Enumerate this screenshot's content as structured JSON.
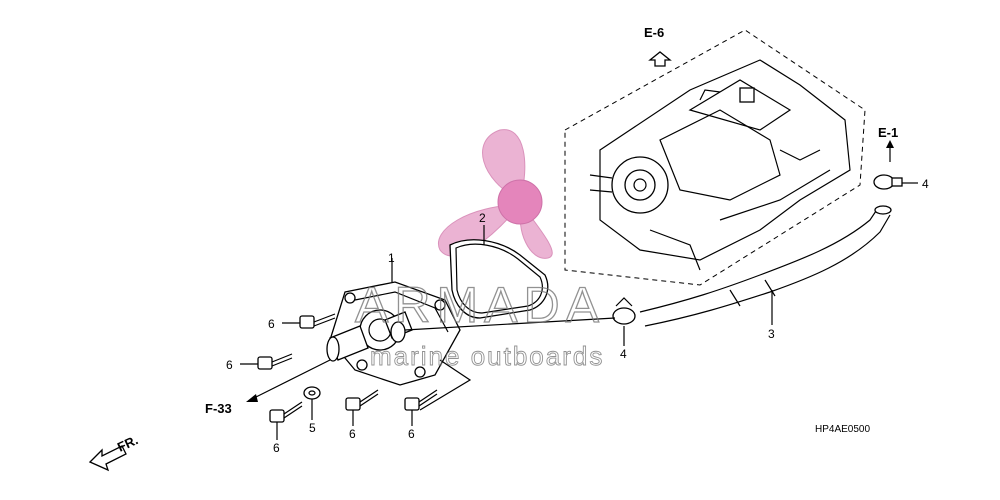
{
  "callouts": {
    "c1": "1",
    "c2": "2",
    "c3": "3",
    "c4a": "4",
    "c4b": "4",
    "c5": "5",
    "c6a": "6",
    "c6b": "6",
    "c6c": "6",
    "c6d": "6",
    "c6e": "6"
  },
  "refs": {
    "e6": "E-6",
    "e1": "E-1",
    "f33": "F-33",
    "fr": "FR."
  },
  "diagram_code": "HP4AE0500",
  "watermark": {
    "brand": "ARMADA",
    "tagline": "marine outboards",
    "logo_color": "#e8a6cc"
  }
}
